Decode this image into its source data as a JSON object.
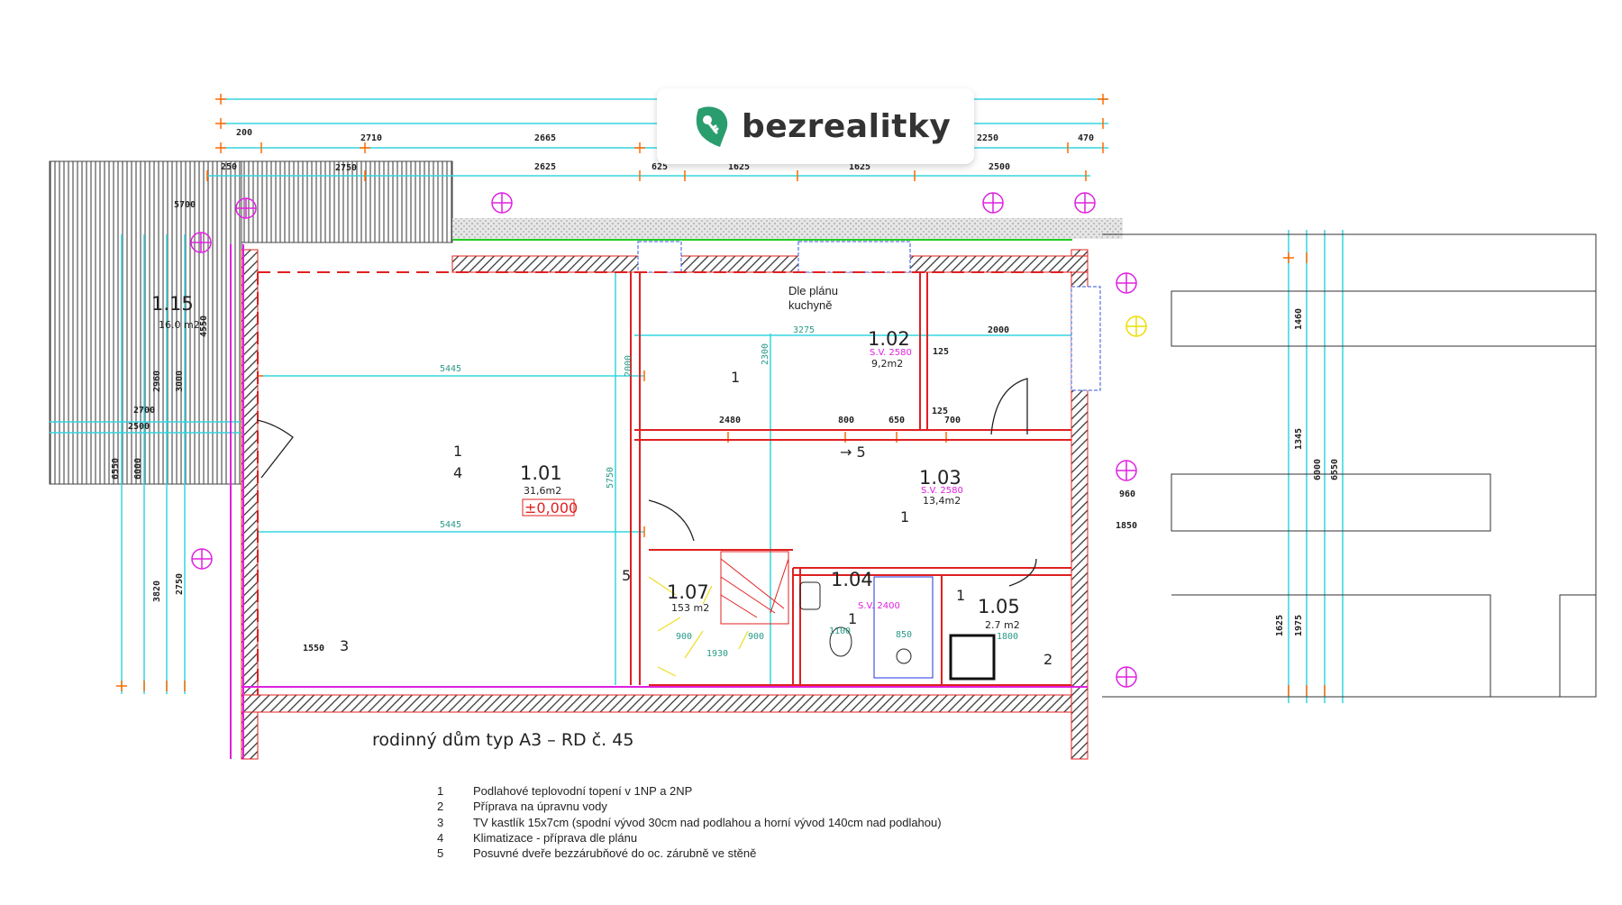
{
  "brand": {
    "name": "bezrealitky",
    "color": "#2a9d6f"
  },
  "rooms": [
    {
      "number": "1.15",
      "area": "16.0 m2"
    },
    {
      "number": "1.01",
      "area": "31,6m2",
      "level": "±0,000"
    },
    {
      "number": "1.02",
      "height": "S.V. 2580",
      "area": "9,2m2"
    },
    {
      "number": "1.03",
      "height": "S.V. 2580",
      "area": "13,4m2"
    },
    {
      "number": "1.07",
      "area": "153 m2"
    },
    {
      "number": "1.04",
      "height": "S.V. 2400"
    },
    {
      "number": "1.05",
      "area": "2.7 m2"
    }
  ],
  "kitchen_note": [
    "Dle plánu",
    "kuchyně"
  ],
  "markers": [
    "1",
    "4",
    "1",
    "1",
    "1",
    "1",
    "5",
    "3",
    "2",
    "→ 5"
  ],
  "dimensions": [
    "2710",
    "2665",
    "2250",
    "470",
    "200",
    "2625",
    "625",
    "1625",
    "1625",
    "2500",
    "2750",
    "250",
    "5700",
    "5445",
    "5445",
    "3275",
    "2000",
    "2480",
    "800",
    "650",
    "700",
    "1550",
    "1930",
    "900",
    "900",
    "1100",
    "850",
    "1800",
    "1850",
    "960",
    "2300",
    "2000",
    "5750",
    "2700",
    "2500",
    "6000",
    "6550",
    "3820",
    "2750",
    "4550",
    "2960",
    "3000",
    "1625",
    "1975",
    "1345",
    "1460",
    "6000",
    "6550",
    "125",
    "125"
  ],
  "plan_title": "rodinný dům typ A3 – RD č. 45",
  "legend": [
    {
      "num": "1",
      "text": "Podlahové teplovodní topení v 1NP a 2NP"
    },
    {
      "num": "2",
      "text": "Příprava na úpravnu vody"
    },
    {
      "num": "3",
      "text": "TV kastlík 15x7cm (spodní vývod 30cm nad podlahou a horní vývod 140cm nad podlahou)"
    },
    {
      "num": "4",
      "text": "Klimatizace - příprava dle plánu"
    },
    {
      "num": "5",
      "text": "Posuvné dveře bezzárubňové do oc. zárubně ve stěně"
    }
  ]
}
